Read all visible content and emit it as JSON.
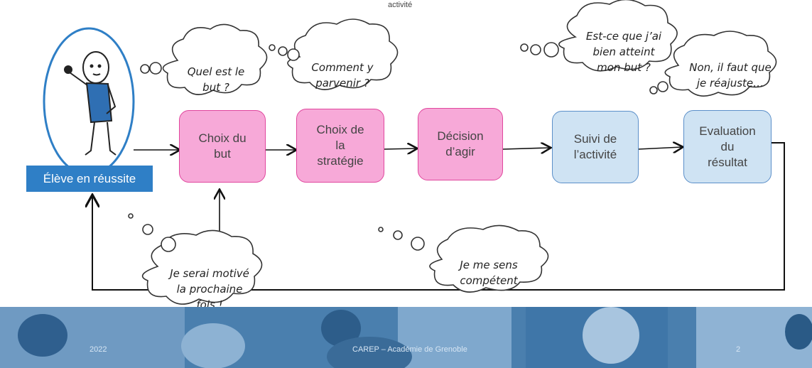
{
  "top_caption": "activité",
  "student_label": "Élève en réussite",
  "steps": [
    {
      "label": "Choix du\nbut"
    },
    {
      "label": "Choix de\nla\nstratégie"
    },
    {
      "label": "Décision\nd’agir"
    },
    {
      "label": "Suivi de\nl’activité"
    },
    {
      "label": "Evaluation\ndu\nrésultat"
    }
  ],
  "bubbles": {
    "goal": "Quel est le\nbut ?",
    "strategy": "Comment y\nparvenir ?",
    "check": "Est-ce que j’ai\nbien atteint\nmon but ?",
    "adjust": "Non, il faut que\nje réajuste…",
    "motivated": "Je serai motivé\nla prochaine\nfois !",
    "competent": "Je me sens\ncompétent"
  },
  "footer": {
    "year": "2022",
    "center": "CAREP – Académie de Grenoble",
    "page": "2"
  },
  "colors": {
    "pink_fill": "#f7a9d8",
    "pink_border": "#e0479e",
    "blue_fill": "#cfe3f3",
    "blue_border": "#5b8fc9",
    "label_blue": "#2f7fc6",
    "photo_blue": "#4a7fae"
  }
}
